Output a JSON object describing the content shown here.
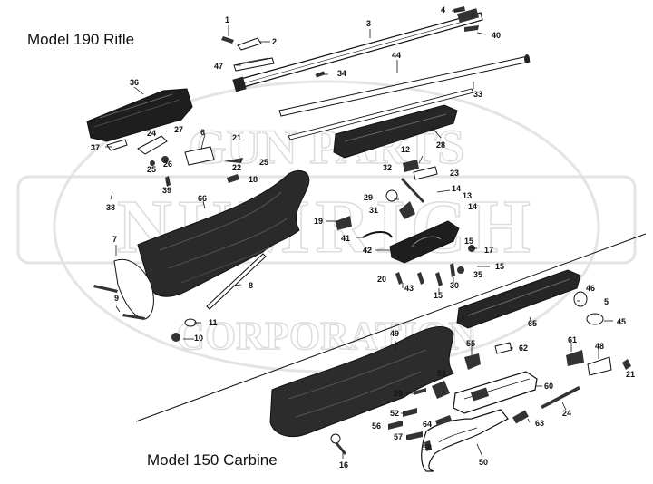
{
  "titles": {
    "rifle": "Model 190 Rifle",
    "carbine": "Model 150 Carbine"
  },
  "watermark": {
    "line1": "GUN PARTS",
    "line2": "NUMRICH",
    "line3": "CORPORATION"
  },
  "colors": {
    "ink": "#111111",
    "wood": "#2a2a2a",
    "watermark": "#e6e6e6"
  },
  "callouts": {
    "n1": "1",
    "n2": "2",
    "n3": "3",
    "n4": "4",
    "n5": "5",
    "n6": "6",
    "n7": "7",
    "n8": "8",
    "n9": "9",
    "n10": "10",
    "n11": "11",
    "n12": "12",
    "n13": "13",
    "n14a": "14",
    "n14b": "14",
    "n15a": "15",
    "n15b": "15",
    "n15c": "15",
    "n16": "16",
    "n17": "17",
    "n18": "18",
    "n19": "19",
    "n20a": "20",
    "n20b": "20",
    "n21a": "21",
    "n21b": "21",
    "n22": "22",
    "n23": "23",
    "n24a": "24",
    "n24b": "24",
    "n25a": "25",
    "n25b": "25",
    "n26": "26",
    "n27": "27",
    "n28": "28",
    "n29": "29",
    "n30": "30",
    "n31": "31",
    "n32": "32",
    "n33": "33",
    "n34": "34",
    "n35": "35",
    "n36": "36",
    "n37": "37",
    "n38": "38",
    "n39": "39",
    "n40": "40",
    "n41": "41",
    "n42": "42",
    "n43": "43",
    "n44": "44",
    "n45": "45",
    "n46": "46",
    "n47": "47",
    "n48": "48",
    "n49": "49",
    "n50": "50",
    "n51": "51",
    "n52": "52",
    "n55": "55",
    "n56": "56",
    "n57": "57",
    "n58": "58",
    "n60": "60",
    "n61": "61",
    "n62": "62",
    "n63": "63",
    "n64": "64",
    "n65": "65",
    "n66": "66"
  }
}
